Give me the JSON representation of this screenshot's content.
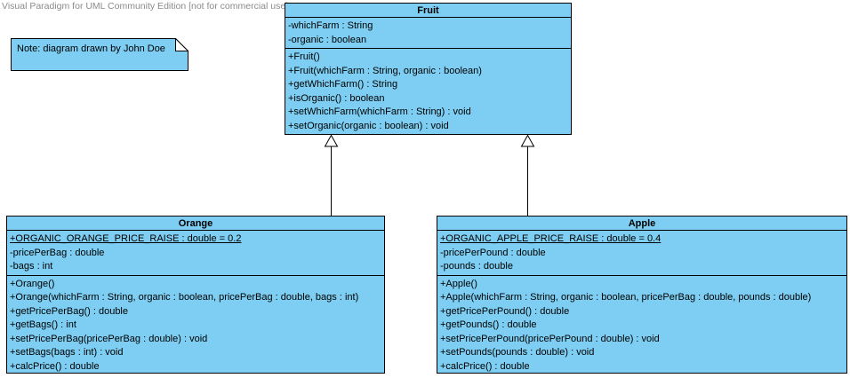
{
  "watermark": "Visual Paradigm for UML Community Edition [not for commercial use]",
  "note": {
    "text": "Note: diagram drawn by John Doe"
  },
  "classes": {
    "fruit": {
      "title": "Fruit",
      "attributes": [
        "-whichFarm : String",
        "-organic : boolean"
      ],
      "methods": [
        "+Fruit()",
        "+Fruit(whichFarm : String, organic : boolean)",
        "+getWhichFarm() : String",
        "+isOrganic() : boolean",
        "+setWhichFarm(whichFarm : String) : void",
        "+setOrganic(organic : boolean) : void"
      ]
    },
    "orange": {
      "title": "Orange",
      "static_attribute": "+ORGANIC_ORANGE_PRICE_RAISE : double = 0.2",
      "attributes": [
        "-pricePerBag : double",
        "-bags : int"
      ],
      "methods": [
        "+Orange()",
        "+Orange(whichFarm : String, organic : boolean, pricePerBag : double, bags : int)",
        "+getPricePerBag() : double",
        "+getBags() : int",
        "+setPricePerBag(pricePerBag : double) : void",
        "+setBags(bags : int) : void",
        "+calcPrice() : double"
      ]
    },
    "apple": {
      "title": "Apple",
      "static_attribute": "+ORGANIC_APPLE_PRICE_RAISE : double = 0.4",
      "attributes": [
        "-pricePerPound : double",
        "-pounds : double"
      ],
      "methods": [
        "+Apple()",
        "+Apple(whichFarm : String, organic : boolean, pricePerBag : double, pounds : double)",
        "+getPricePerPound() : double",
        "+getPounds() : double",
        "+setPricePerPound(pricePerPound : double) : void",
        "+setPounds(pounds : double) : void",
        "+calcPrice() : double"
      ]
    }
  },
  "relationships": [
    {
      "type": "generalization",
      "from": "Orange",
      "to": "Fruit"
    },
    {
      "type": "generalization",
      "from": "Apple",
      "to": "Fruit"
    }
  ],
  "colors": {
    "class_fill": "#7DCEF2",
    "stroke": "#000000",
    "watermark": "#8B8B8B",
    "note_fold": "#FFFFFF",
    "page_bg": "#FFFFFF"
  }
}
